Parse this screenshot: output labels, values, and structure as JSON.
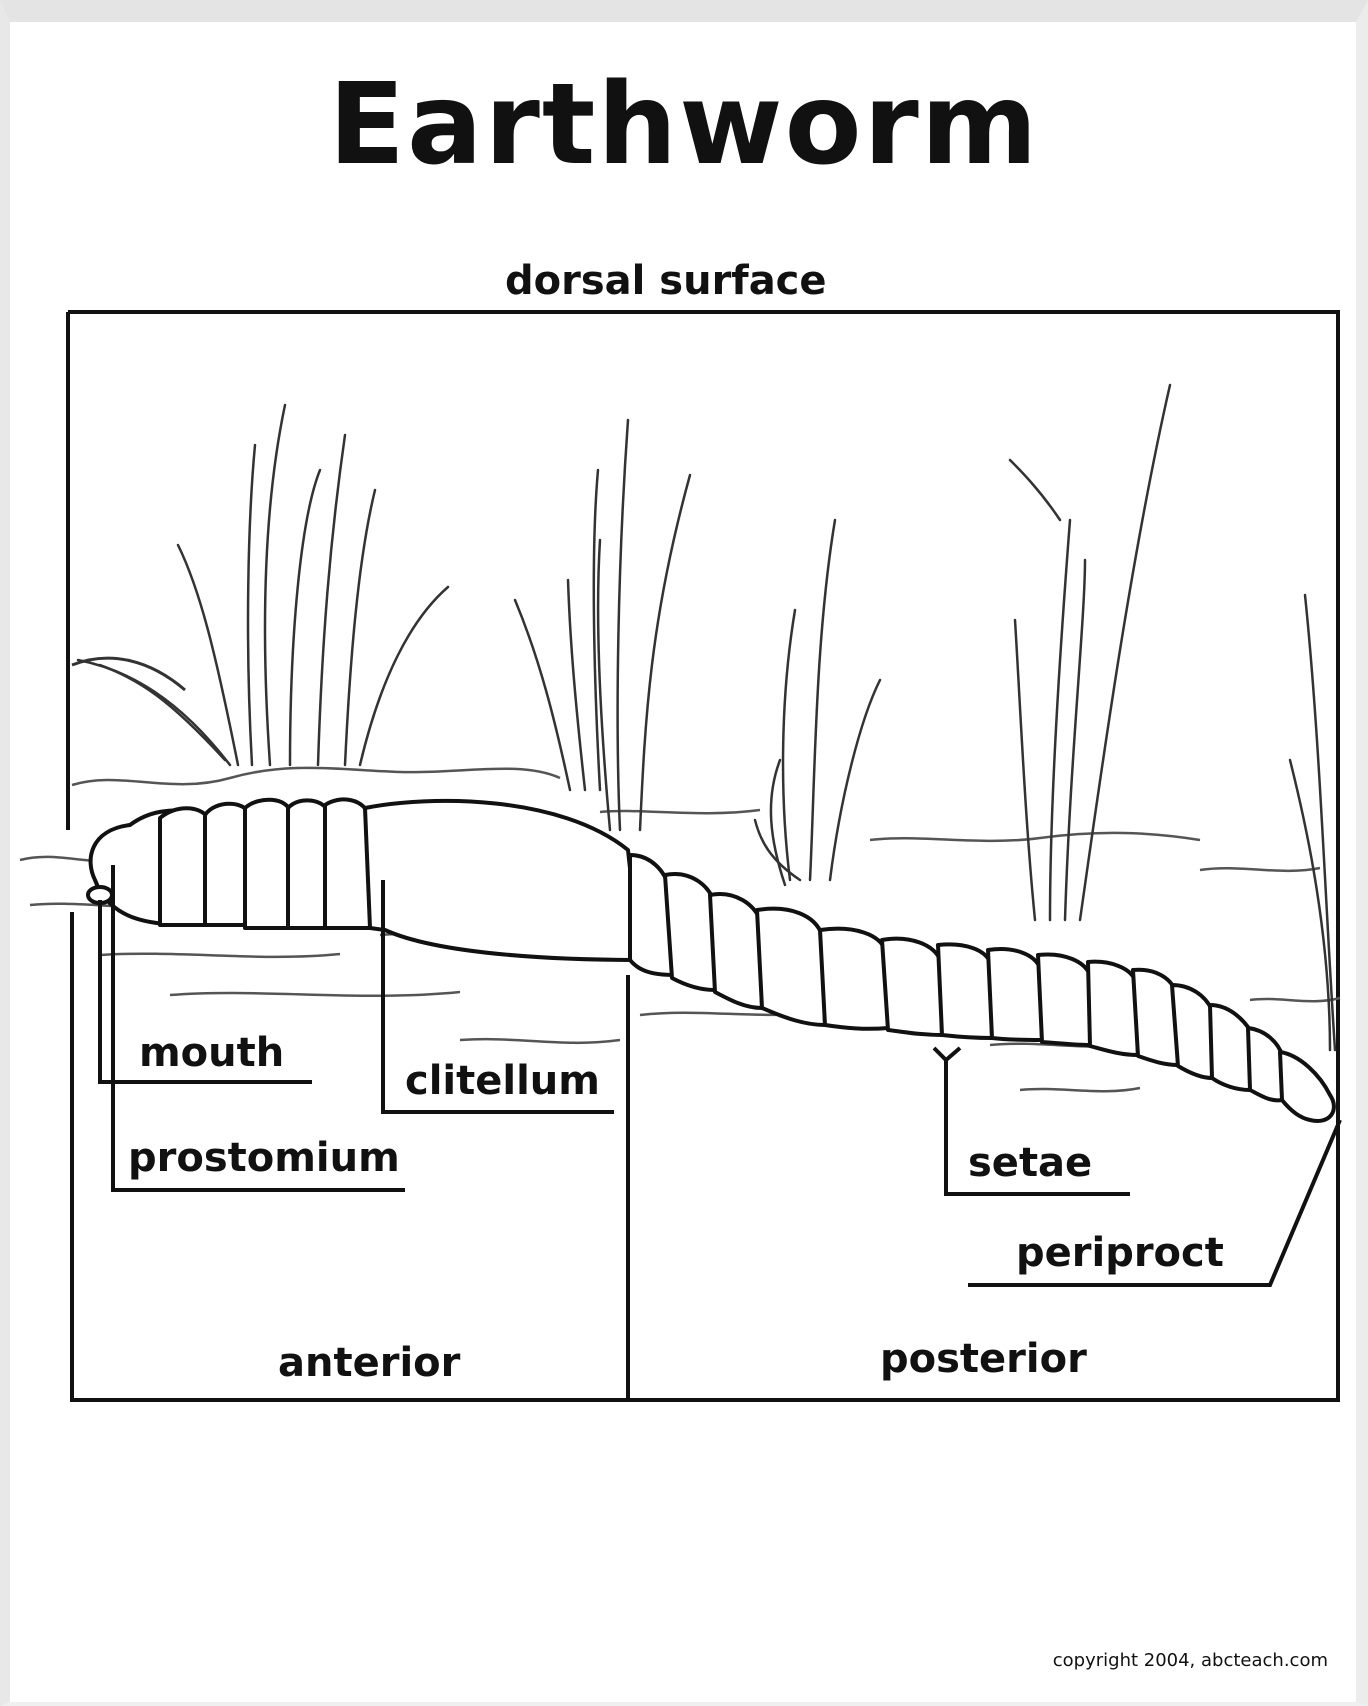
{
  "title": "Earthworm",
  "labels": {
    "dorsal": "dorsal surface",
    "mouth": "mouth",
    "prostomium": "prostomium",
    "clitellum": "clitellum",
    "setae": "setae",
    "periproct": "periproct",
    "anterior": "anterior",
    "posterior": "posterior"
  },
  "copyright": "copyright 2004, abcteach.com",
  "colors": {
    "line": "#111111",
    "grass": "#444444",
    "background": "#ffffff"
  }
}
